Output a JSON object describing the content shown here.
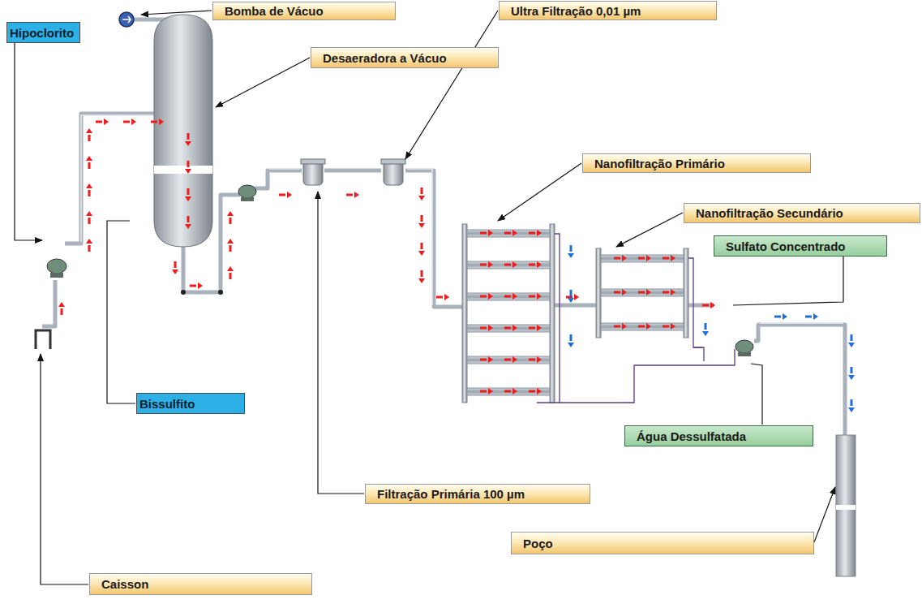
{
  "diagram": {
    "nodes": [
      {
        "text": [
          "Hipoclorito"
        ]
      },
      {
        "text": [
          "Bomba de Vácuo"
        ]
      },
      {
        "text": [
          "Desaeradora a Vácuo"
        ]
      },
      {
        "text": [
          "Ultra Filtração 0,01 µm"
        ]
      },
      {
        "text": [
          "Nanofiltração Primário"
        ]
      },
      {
        "text": [
          "Nanofiltração Secundário"
        ]
      },
      {
        "text": [
          "Sulfato Concentrado"
        ]
      },
      {
        "text": [
          "Bissulfito"
        ]
      },
      {
        "text": [
          "Água Dessulfatada"
        ]
      },
      {
        "text": [
          "Filtração Primária 100 µm"
        ]
      },
      {
        "text": [
          "Poço"
        ]
      },
      {
        "text": [
          "Caisson"
        ]
      }
    ]
  }
}
